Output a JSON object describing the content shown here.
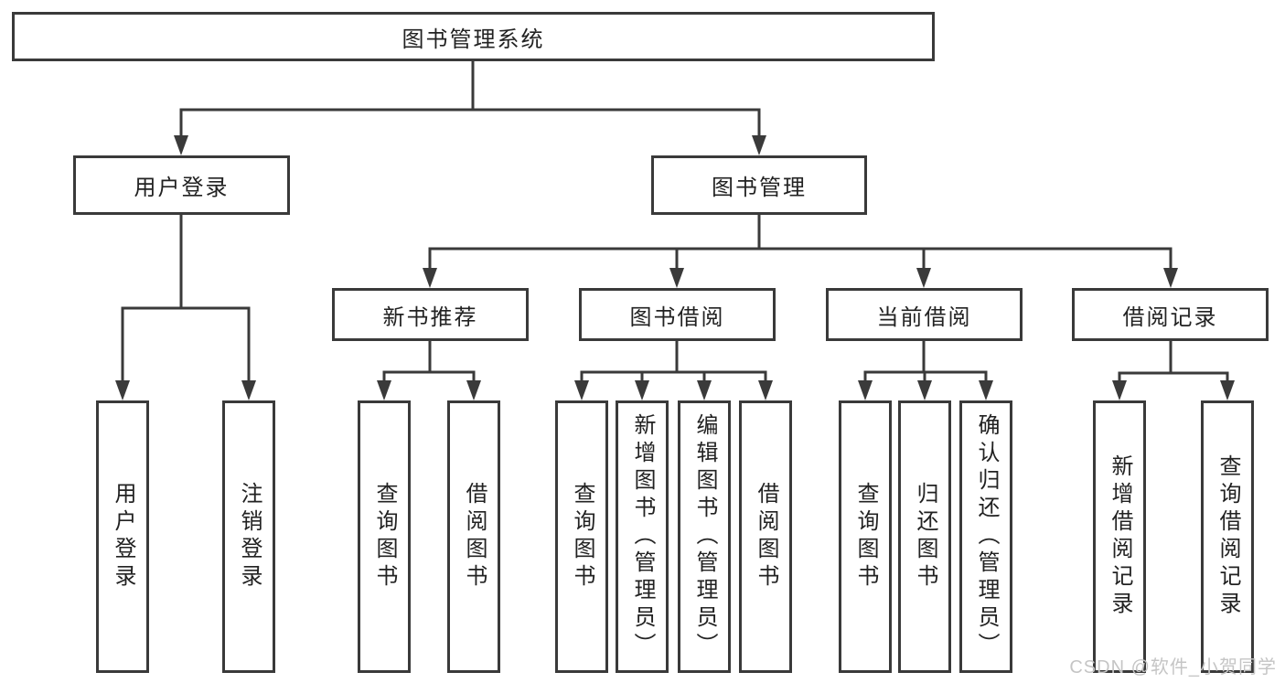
{
  "colors": {
    "line": "#3a3a3a",
    "box-border": "#3a3a3a",
    "text": "#222222",
    "watermark": "#c5c5c5",
    "bg": "#ffffff"
  },
  "tree": {
    "root": {
      "label": "图书管理系统",
      "children": [
        {
          "label": "用户登录",
          "children": [
            {
              "label": "用户登录"
            },
            {
              "label": "注销登录"
            }
          ]
        },
        {
          "label": "图书管理",
          "children": [
            {
              "label": "新书推荐",
              "children": [
                {
                  "label": "查询图书"
                },
                {
                  "label": "借阅图书"
                }
              ]
            },
            {
              "label": "图书借阅",
              "children": [
                {
                  "label": "查询图书"
                },
                {
                  "label": "新增图书（管理员）"
                },
                {
                  "label": "编辑图书（管理员）"
                },
                {
                  "label": "借阅图书"
                }
              ]
            },
            {
              "label": "当前借阅",
              "children": [
                {
                  "label": "查询图书"
                },
                {
                  "label": "归还图书"
                },
                {
                  "label": "确认归还（管理员）"
                }
              ]
            },
            {
              "label": "借阅记录",
              "children": [
                {
                  "label": "新增借阅记录"
                },
                {
                  "label": "查询借阅记录"
                }
              ]
            }
          ]
        }
      ]
    }
  },
  "watermark": {
    "text": "CSDN @软件_小贺同学"
  }
}
